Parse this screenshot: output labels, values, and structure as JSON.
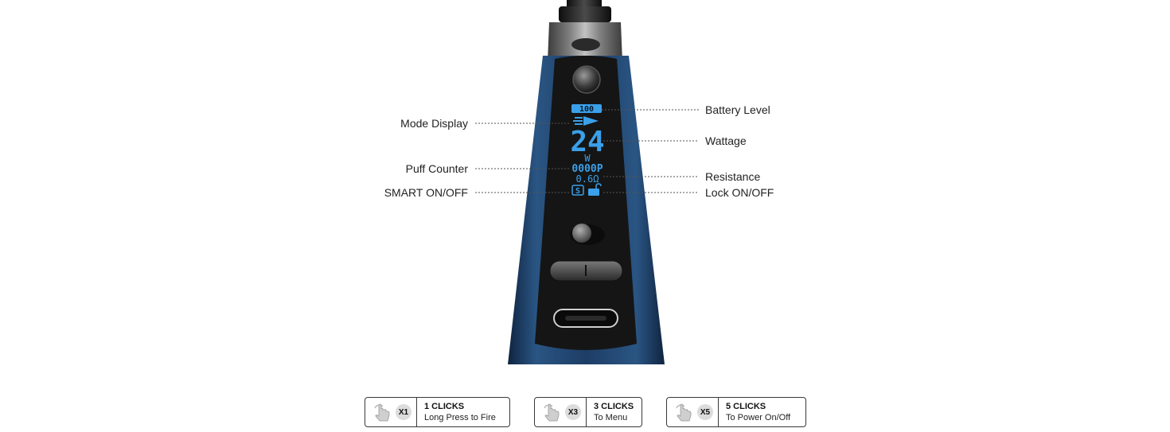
{
  "screen": {
    "battery_text": "100",
    "wattage": "24",
    "wattage_unit": "W",
    "puff_count": "0000P",
    "resistance": "0.6Ω",
    "smart_glyph": "S"
  },
  "callouts": {
    "mode_display": "Mode Display",
    "puff_counter": "Puff Counter",
    "smart": "SMART ON/OFF",
    "battery": "Battery Level",
    "wattage": "Wattage",
    "resistance": "Resistance",
    "lock": "Lock ON/OFF"
  },
  "click_cards": [
    {
      "count": "X1",
      "title": "1 CLICKS",
      "desc": "Long Press to Fire"
    },
    {
      "count": "X3",
      "title": "3 CLICKS",
      "desc": "To Menu"
    },
    {
      "count": "X5",
      "title": "5 CLICKS",
      "desc": "To Power On/Off"
    }
  ],
  "colors": {
    "screen_blue": "#3aa0ea",
    "body_blue": "#1d3f6a",
    "panel_black": "#151515"
  }
}
